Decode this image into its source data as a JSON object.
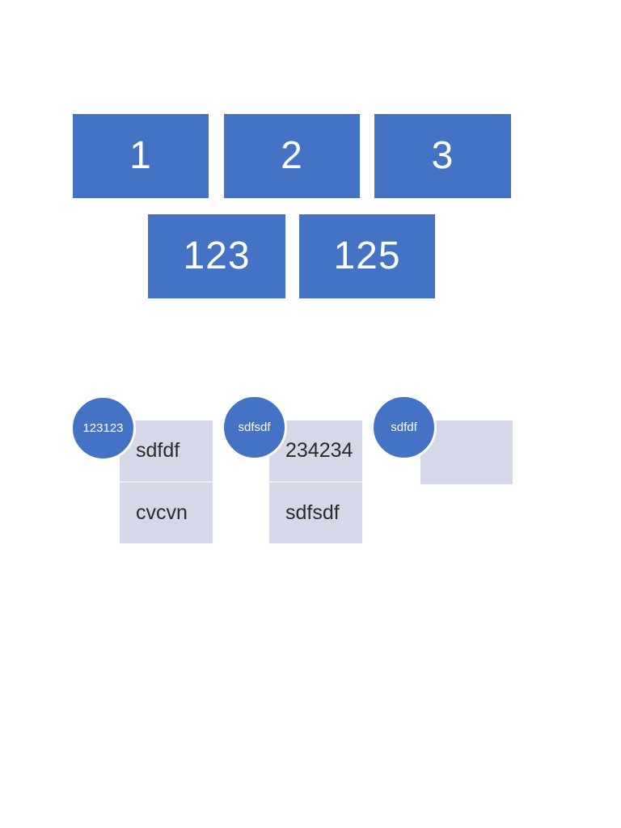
{
  "colors": {
    "shape_blue": "#4472C4",
    "box_fill": "#D4D8E8",
    "shape_text": "#FFFFFF",
    "box_text": "#2B2B2B",
    "page_background": "#FFFFFF"
  },
  "row1": [
    {
      "label": "1"
    },
    {
      "label": "2"
    },
    {
      "label": "3"
    }
  ],
  "row2": [
    {
      "label": "123"
    },
    {
      "label": "125"
    }
  ],
  "groups": [
    {
      "badge": "123123",
      "cells": [
        "sdfdf",
        "cvcvn"
      ]
    },
    {
      "badge": "sdfsdf",
      "cells": [
        "234234",
        "sdfsdf"
      ]
    },
    {
      "badge": "sdfdf",
      "cells": []
    }
  ]
}
